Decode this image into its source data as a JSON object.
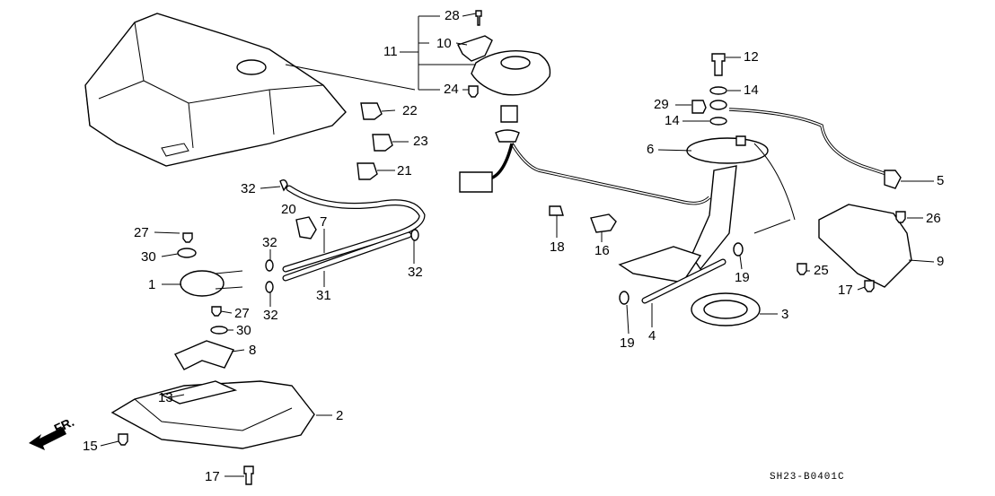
{
  "diagram": {
    "title": "Fuel tank and fuel pump assembly parts diagram",
    "drawing_code": "SH23-B0401C",
    "direction_label": "FR.",
    "callouts": [
      {
        "id": "c1",
        "label": "1"
      },
      {
        "id": "c2",
        "label": "2"
      },
      {
        "id": "c3",
        "label": "3"
      },
      {
        "id": "c4",
        "label": "4"
      },
      {
        "id": "c5",
        "label": "5"
      },
      {
        "id": "c6",
        "label": "6"
      },
      {
        "id": "c7",
        "label": "7"
      },
      {
        "id": "c8",
        "label": "8"
      },
      {
        "id": "c9",
        "label": "9"
      },
      {
        "id": "c10",
        "label": "10"
      },
      {
        "id": "c11",
        "label": "11"
      },
      {
        "id": "c12",
        "label": "12"
      },
      {
        "id": "c13",
        "label": "13"
      },
      {
        "id": "c14a",
        "label": "14"
      },
      {
        "id": "c14b",
        "label": "14"
      },
      {
        "id": "c15",
        "label": "15"
      },
      {
        "id": "c16",
        "label": "16"
      },
      {
        "id": "c17a",
        "label": "17"
      },
      {
        "id": "c17b",
        "label": "17"
      },
      {
        "id": "c18",
        "label": "18"
      },
      {
        "id": "c19a",
        "label": "19"
      },
      {
        "id": "c19b",
        "label": "19"
      },
      {
        "id": "c20",
        "label": "20"
      },
      {
        "id": "c21",
        "label": "21"
      },
      {
        "id": "c22",
        "label": "22"
      },
      {
        "id": "c23",
        "label": "23"
      },
      {
        "id": "c24",
        "label": "24"
      },
      {
        "id": "c25",
        "label": "25"
      },
      {
        "id": "c26",
        "label": "26"
      },
      {
        "id": "c27a",
        "label": "27"
      },
      {
        "id": "c27b",
        "label": "27"
      },
      {
        "id": "c28",
        "label": "28"
      },
      {
        "id": "c29",
        "label": "29"
      },
      {
        "id": "c30a",
        "label": "30"
      },
      {
        "id": "c30b",
        "label": "30"
      },
      {
        "id": "c31",
        "label": "31"
      },
      {
        "id": "c32a",
        "label": "32"
      },
      {
        "id": "c32b",
        "label": "32"
      },
      {
        "id": "c32c",
        "label": "32"
      },
      {
        "id": "c32d",
        "label": "32"
      }
    ]
  }
}
